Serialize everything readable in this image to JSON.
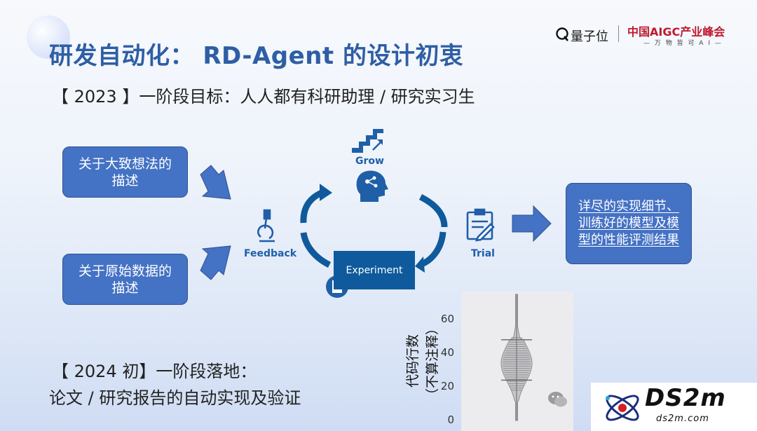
{
  "title": "研发自动化： RD-Agent 的设计初衷",
  "brand": {
    "qbit": "量子位",
    "summit": "中国AIGC产业峰会",
    "summit_sub": "— 万 物 皆 可 A I —"
  },
  "stage1": "【 2023 】一阶段目标：人人都有科研助理 / 研究实习生",
  "inputs": {
    "idea": [
      "关于大致想法的",
      "描述"
    ],
    "data": [
      "关于原始数据的",
      "描述"
    ]
  },
  "cycle": {
    "grow": "Grow",
    "feedback": "Feedback",
    "trial": "Trial",
    "experiment": "Experiment"
  },
  "output": {
    "text": "详尽的实现细节、训练好的模型及模型的性能评测结果"
  },
  "stage2": {
    "line1": "【 2024 初】一阶段落地：",
    "line2": "论文 / 研究报告的自动实现及验证"
  },
  "chart_data": {
    "type": "violin",
    "ylabel": "代码行数",
    "ylabel_note": "（不算注释）",
    "yticks": [
      0,
      20,
      40,
      60
    ],
    "ylim": [
      0,
      75
    ],
    "distribution": {
      "min": 0,
      "q1": 24,
      "median": 34,
      "q3": 48,
      "max": 75
    },
    "color": "#9e9e9e"
  },
  "watermark": {
    "main": "DS2m",
    "sub": "ds2m.com"
  },
  "colors": {
    "accent": "#2e5ea5",
    "box": "#4472c4",
    "experiment": "#0e5a9c",
    "brand_red": "#c0192f"
  }
}
